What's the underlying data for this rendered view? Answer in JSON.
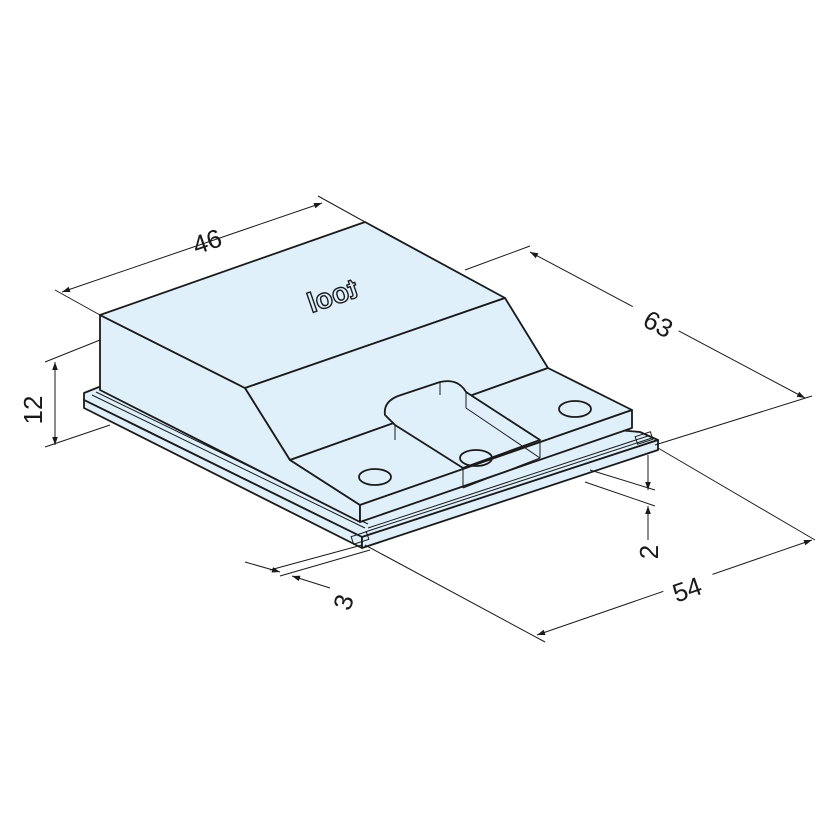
{
  "drawing": {
    "fill_color": "#dff0fb",
    "line_color": "#1a1a1a",
    "logo_text": "tool",
    "dimensions": {
      "width": "46",
      "length": "63",
      "base_length": "54",
      "height": "12",
      "plate_thickness": "2",
      "plate_margin": "3"
    }
  }
}
